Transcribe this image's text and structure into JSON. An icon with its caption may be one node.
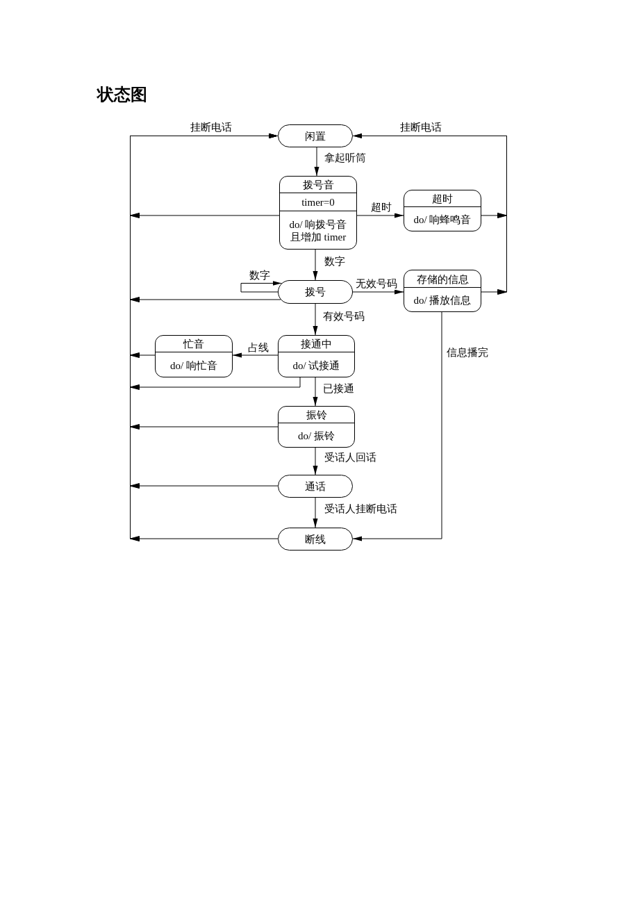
{
  "diagram": {
    "title": "状态图",
    "nodes": [
      {
        "text": [
          "闲置"
        ]
      },
      {
        "text": [
          "拨号音",
          "timer=0",
          "do/ 响拨号音且增加 timer"
        ]
      },
      {
        "text": [
          "超时",
          "do/ 响蜂鸣音"
        ]
      },
      {
        "text": [
          "拨号"
        ]
      },
      {
        "text": [
          "存储的信息",
          "do/ 播放信息"
        ]
      },
      {
        "text": [
          "忙音",
          "do/ 响忙音"
        ]
      },
      {
        "text": [
          "接通中",
          "do/ 试接通"
        ]
      },
      {
        "text": [
          "振铃",
          "do/ 振铃"
        ]
      },
      {
        "text": [
          "通话"
        ]
      },
      {
        "text": [
          "断线"
        ]
      }
    ],
    "edges": [
      {
        "from": 0,
        "to": 1,
        "arrow": "to",
        "label": "拿起听筒"
      },
      {
        "from": 1,
        "to": 2,
        "arrow": "to",
        "label": "超时"
      },
      {
        "from": 1,
        "to": 3,
        "arrow": "to",
        "label": "数字"
      },
      {
        "from": 3,
        "to": 3,
        "arrow": "to",
        "label": "数字"
      },
      {
        "from": 3,
        "to": 4,
        "arrow": "to",
        "label": "无效号码"
      },
      {
        "from": 3,
        "to": 6,
        "arrow": "to",
        "label": "有效号码"
      },
      {
        "from": 6,
        "to": 5,
        "arrow": "to",
        "label": "占线"
      },
      {
        "from": 6,
        "to": 7,
        "arrow": "to",
        "label": "已接通"
      },
      {
        "from": 7,
        "to": 8,
        "arrow": "to",
        "label": "受话人回话"
      },
      {
        "from": 8,
        "to": 9,
        "arrow": "to",
        "label": "受话人挂断电话"
      },
      {
        "from": 4,
        "to": 9,
        "arrow": "to",
        "label": "信息播完"
      },
      {
        "from": 2,
        "to": 0,
        "arrow": "to",
        "label": "挂断电话"
      },
      {
        "from": 4,
        "to": 0,
        "arrow": "to"
      },
      {
        "from": 1,
        "to": 0,
        "arrow": "to",
        "label": "挂断电话"
      },
      {
        "from": 3,
        "to": 0,
        "arrow": "to"
      },
      {
        "from": 5,
        "to": 0,
        "arrow": "to"
      },
      {
        "from": 6,
        "to": 0,
        "arrow": "to"
      },
      {
        "from": 7,
        "to": 0,
        "arrow": "to"
      },
      {
        "from": 8,
        "to": 0,
        "arrow": "to"
      },
      {
        "from": 9,
        "to": 0,
        "arrow": "to"
      }
    ]
  }
}
